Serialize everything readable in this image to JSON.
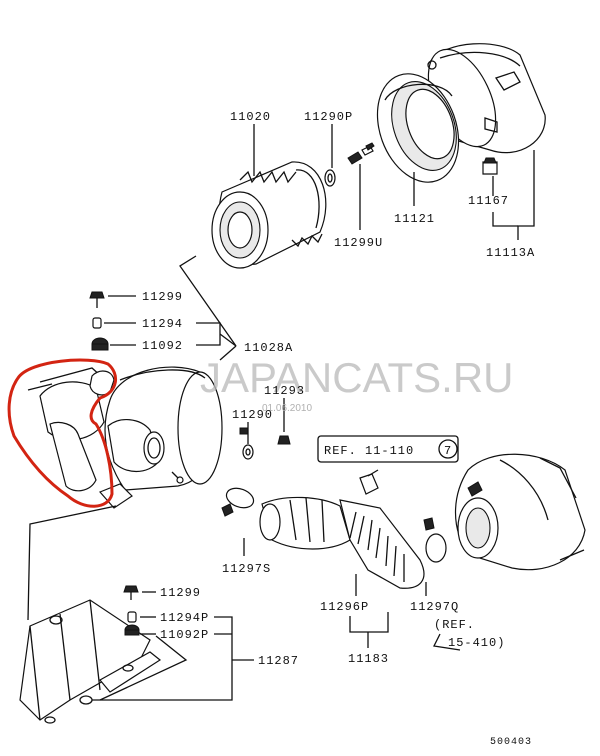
{
  "watermark": {
    "site": "JAPANCATS.RU",
    "date": "01.06.2010"
  },
  "labels": {
    "p11020": "11020",
    "p11290P": "11290P",
    "p11299U": "11299U",
    "p11121": "11121",
    "p11167": "11167",
    "p11113A": "11113A",
    "p11299a": "11299",
    "p11294": "11294",
    "p11092": "11092",
    "p11028A": "11028A",
    "p11293": "11293",
    "p11290": "11290",
    "ref_top": "REF. 11-110",
    "ref_top_num": "7",
    "p11297S": "11297S",
    "p11296P": "11296P",
    "p11297Q": "11297Q",
    "p11183": "11183",
    "ref_bottom_1": "(REF.",
    "ref_bottom_2": "15-410)",
    "p11299b": "11299",
    "p11294P": "11294P",
    "p11092P": "11092P",
    "p11287": "11287",
    "code": "500403"
  }
}
